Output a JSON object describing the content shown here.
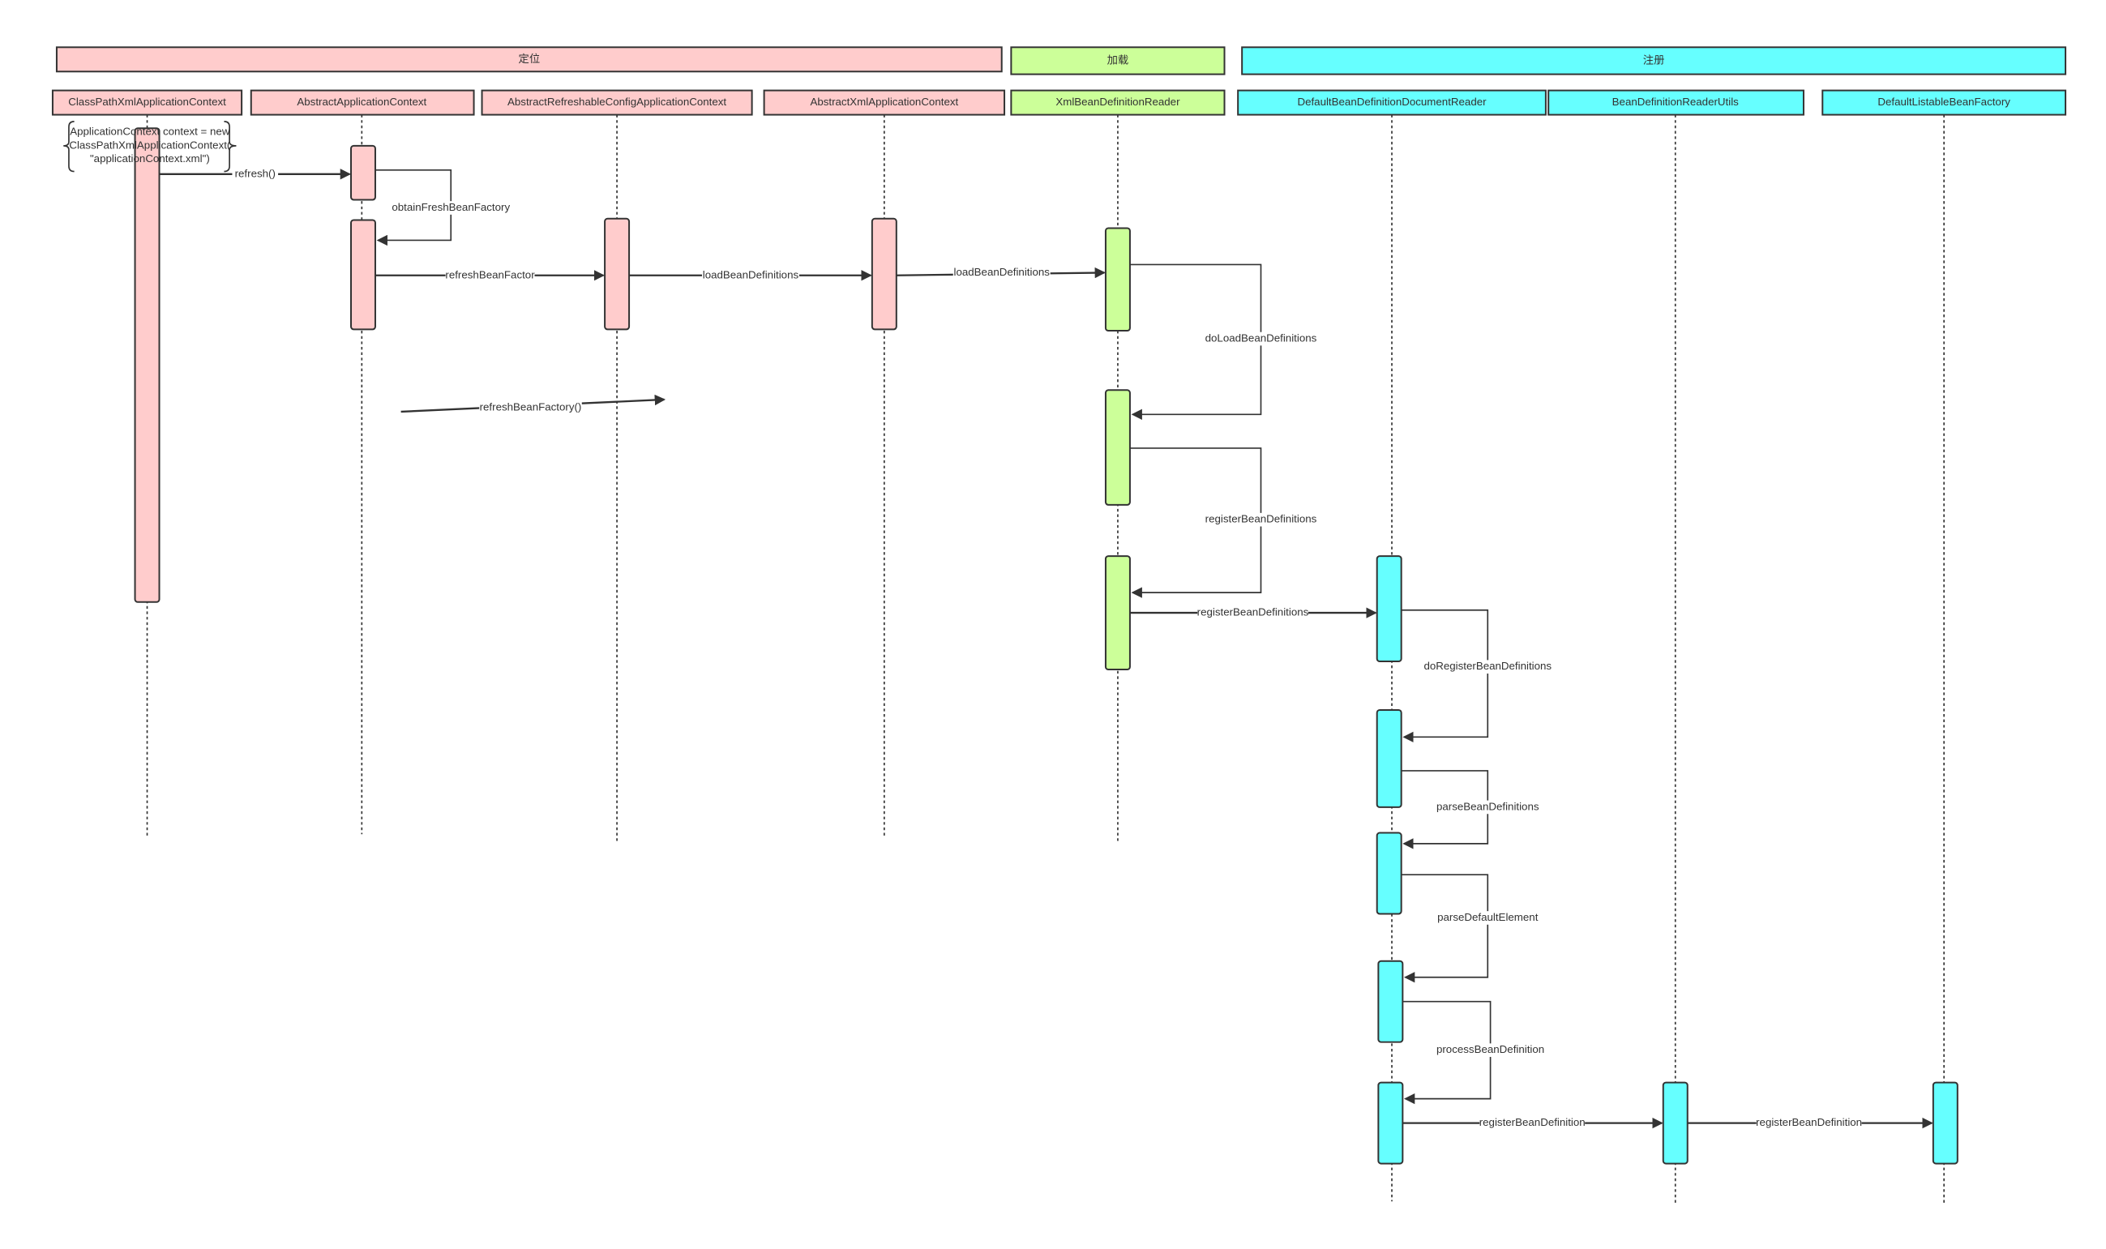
{
  "colors": {
    "locate": "#ffcccc",
    "load": "#ccff99",
    "register": "#66ffff",
    "stroke": "#333333"
  },
  "groups": [
    {
      "label": "定位",
      "color": "#ffcccc"
    },
    {
      "label": "加载",
      "color": "#ccff99"
    },
    {
      "label": "注册",
      "color": "#66ffff"
    }
  ],
  "lifelines": [
    {
      "name": "ClassPathXmlApplicationContext"
    },
    {
      "name": "AbstractApplicationContext"
    },
    {
      "name": "AbstractRefreshableConfigApplicationContext"
    },
    {
      "name": "AbstractXmlApplicationContext"
    },
    {
      "name": "XmlBeanDefinitionReader"
    },
    {
      "name": "DefaultBeanDefinitionDocumentReader"
    },
    {
      "name": "BeanDefinitionReaderUtils"
    },
    {
      "name": "DefaultListableBeanFactory"
    }
  ],
  "note": {
    "lines": [
      "ApplicationContext context = new",
      "ClassPathXmlApplicationContext(",
      "\"applicationContext.xml\")"
    ]
  },
  "messages": [
    {
      "label": "refresh()"
    },
    {
      "label": "obtainFreshBeanFactory"
    },
    {
      "label": "refreshBeanFactor"
    },
    {
      "label": "loadBeanDefinitions"
    },
    {
      "label": "loadBeanDefinitions"
    },
    {
      "label": "doLoadBeanDefinitions"
    },
    {
      "label": "registerBeanDefinitions"
    },
    {
      "label": "registerBeanDefinitions"
    },
    {
      "label": "doRegisterBeanDefinitions"
    },
    {
      "label": "parseBeanDefinitions"
    },
    {
      "label": "parseDefaultElement"
    },
    {
      "label": "processBeanDefinition"
    },
    {
      "label": "registerBeanDefinition"
    },
    {
      "label": "registerBeanDefinition"
    },
    {
      "label": "refreshBeanFactory()"
    }
  ]
}
